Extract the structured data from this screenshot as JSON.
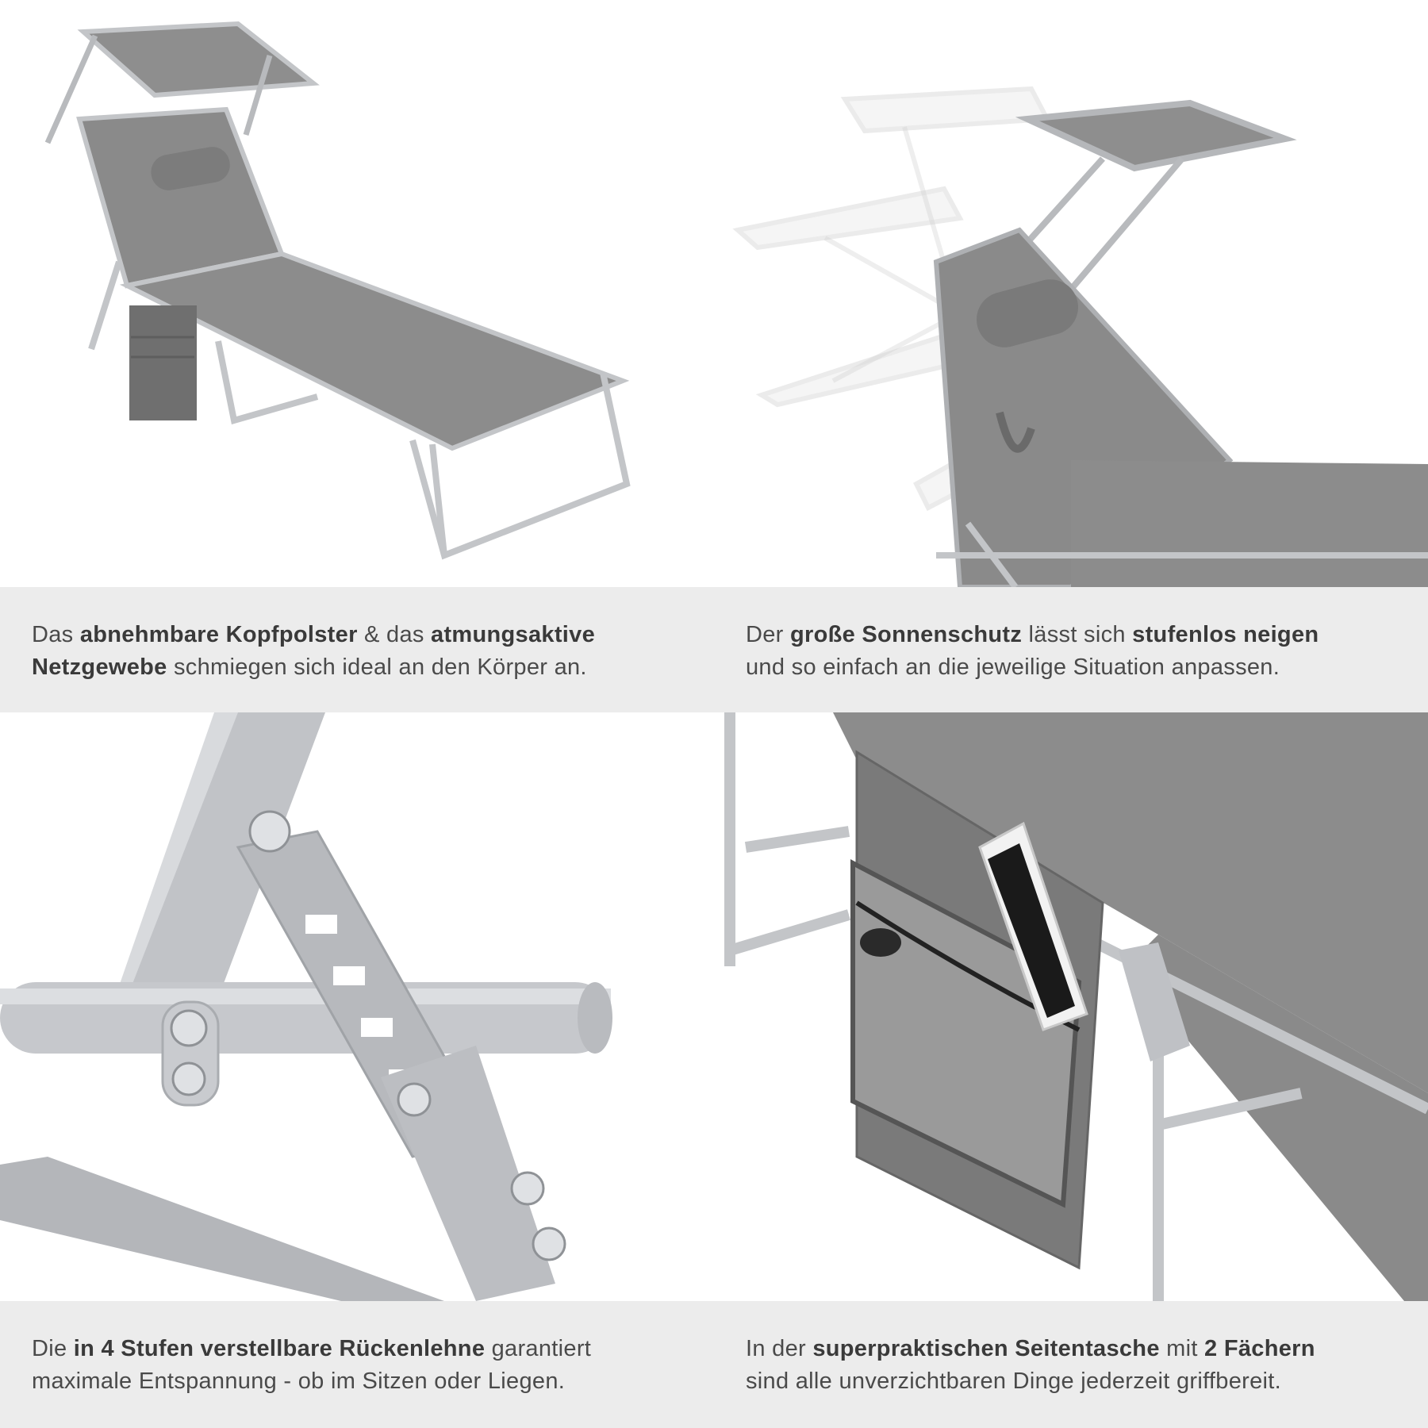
{
  "colors": {
    "fabric": "#8c8c8c",
    "fabric_dark": "#6f6f6f",
    "frame": "#c3c5c8",
    "frame_dark": "#9fa2a6",
    "caption_band": "#ececec",
    "caption_text": "#4a4a4a"
  },
  "captions": [
    {
      "parts": [
        {
          "text": "Das ",
          "bold": false
        },
        {
          "text": "abnehmbare Kopfpolster",
          "bold": true
        },
        {
          "text": " & das ",
          "bold": false
        },
        {
          "text": "atmungsaktive",
          "bold": true
        },
        {
          "text": "\n",
          "bold": false
        },
        {
          "text": "Netzgewebe",
          "bold": true
        },
        {
          "text": " schmiegen sich ideal an den Körper an.",
          "bold": false
        }
      ]
    },
    {
      "parts": [
        {
          "text": "Der ",
          "bold": false
        },
        {
          "text": "große Sonnenschutz",
          "bold": true
        },
        {
          "text": " lässt sich ",
          "bold": false
        },
        {
          "text": "stufenlos neigen",
          "bold": true
        },
        {
          "text": "\n",
          "bold": false
        },
        {
          "text": "und so einfach an die jeweilige Situation anpassen.",
          "bold": false
        }
      ]
    },
    {
      "parts": [
        {
          "text": "Die ",
          "bold": false
        },
        {
          "text": "in 4 Stufen verstellbare Rückenlehne",
          "bold": true
        },
        {
          "text": " garantiert",
          "bold": false
        },
        {
          "text": "\n",
          "bold": false
        },
        {
          "text": "maximale Entspannung - ob im Sitzen oder Liegen.",
          "bold": false
        }
      ]
    },
    {
      "parts": [
        {
          "text": "In der ",
          "bold": false
        },
        {
          "text": "superpraktischen Seitentasche",
          "bold": true
        },
        {
          "text": " mit ",
          "bold": false
        },
        {
          "text": "2 Fächern",
          "bold": true
        },
        {
          "text": "\n",
          "bold": false
        },
        {
          "text": "sind alle unverzichtbaren Dinge jederzeit griffbereit.",
          "bold": false
        }
      ]
    }
  ]
}
